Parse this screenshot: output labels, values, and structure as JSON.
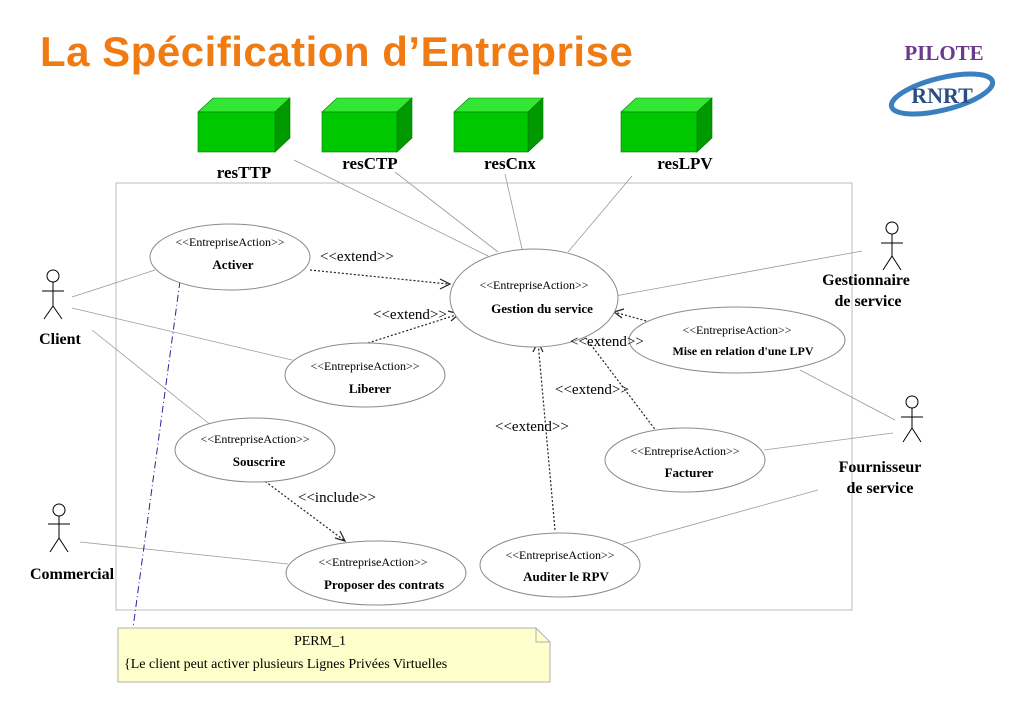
{
  "slide_title": "La Spécification d’Entreprise",
  "logo": {
    "top_text": "PILOTE",
    "ring_text": "RNRT",
    "top_color": "#6a3a8c",
    "ring_color": "#3a7fc0"
  },
  "resources": [
    {
      "id": "res-ttp",
      "label": "resTTP"
    },
    {
      "id": "res-ctp",
      "label": "resCTP"
    },
    {
      "id": "res-cnx",
      "label": "resCnx"
    },
    {
      "id": "res-lpv",
      "label": "resLPV"
    }
  ],
  "actors": [
    {
      "id": "client",
      "label": [
        "Client"
      ]
    },
    {
      "id": "commercial",
      "label": [
        "Commercial"
      ]
    },
    {
      "id": "gestionnaire",
      "label": [
        "Gestionnaire",
        "de service"
      ]
    },
    {
      "id": "fournisseur",
      "label": [
        "Fournisseur",
        "de  service"
      ]
    }
  ],
  "use_cases": [
    {
      "id": "activer",
      "stereotype": "<<EntrepriseAction>>",
      "name": "Activer"
    },
    {
      "id": "gestion",
      "stereotype": "<<EntrepriseAction>>",
      "name": "Gestion du service"
    },
    {
      "id": "liberer",
      "stereotype": "<<EntrepriseAction>>",
      "name": "Liberer"
    },
    {
      "id": "souscrire",
      "stereotype": "<<EntrepriseAction>>",
      "name": "Souscrire"
    },
    {
      "id": "mise-en-relation",
      "stereotype": "<<EntrepriseAction>>",
      "name": "Mise en relation d'une  LPV"
    },
    {
      "id": "facturer",
      "stereotype": "<<EntrepriseAction>>",
      "name": "Facturer"
    },
    {
      "id": "proposer",
      "stereotype": "<<EntrepriseAction>>",
      "name": "Proposer des contrats"
    },
    {
      "id": "auditer",
      "stereotype": "<<EntrepriseAction>>",
      "name": "Auditer le RPV"
    }
  ],
  "relations": [
    {
      "id": "extend-activer",
      "label": "<<extend>>"
    },
    {
      "id": "extend-liberer",
      "label": "<<extend>>"
    },
    {
      "id": "extend-mise",
      "label": "<<extend>>"
    },
    {
      "id": "extend-facturer",
      "label": "<<extend>>"
    },
    {
      "id": "extend-auditer",
      "label": "<<extend>>"
    },
    {
      "id": "include-proposer",
      "label": "<<include>>"
    }
  ],
  "note": {
    "title": "PERM_1",
    "text": "{Le client peut activer plusieurs Lignes Privées Virtuelles"
  },
  "colors": {
    "title": "#f07b12",
    "node_front": "#00c800",
    "node_top": "#33e633",
    "node_side": "#009900",
    "note_fill": "#ffffcc",
    "constraint_line": "#3a1a9c"
  }
}
